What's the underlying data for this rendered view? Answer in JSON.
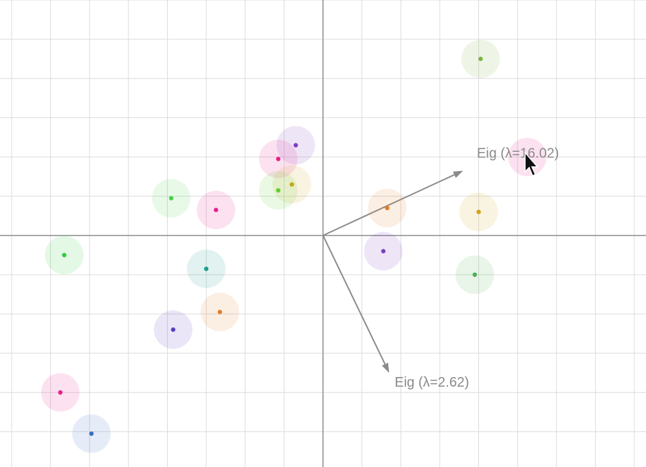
{
  "chart_data": {
    "type": "scatter",
    "title": "",
    "xlabel": "",
    "ylabel": "",
    "grid": true,
    "xlim": [
      -8.3,
      8.3
    ],
    "ylim": [
      -5.9,
      6.0
    ],
    "points": [
      {
        "x": 4.05,
        "y": 4.5,
        "color": "#7cb342"
      },
      {
        "x": 5.25,
        "y": 2.0,
        "color": "#e91e8c"
      },
      {
        "x": 4.0,
        "y": 0.6,
        "color": "#d4a017"
      },
      {
        "x": 3.9,
        "y": -1.0,
        "color": "#4caf50"
      },
      {
        "x": 1.65,
        "y": 0.7,
        "color": "#e07b2a"
      },
      {
        "x": 1.55,
        "y": -0.4,
        "color": "#7b3fc4"
      },
      {
        "x": -0.7,
        "y": 2.3,
        "color": "#7b3fc4"
      },
      {
        "x": -1.15,
        "y": 1.95,
        "color": "#e91e8c"
      },
      {
        "x": -0.8,
        "y": 1.3,
        "color": "#d4a017"
      },
      {
        "x": -1.15,
        "y": 1.15,
        "color": "#5bd02b"
      },
      {
        "x": -3.9,
        "y": 0.95,
        "color": "#4ad04a"
      },
      {
        "x": -2.75,
        "y": 0.65,
        "color": "#e91e8c"
      },
      {
        "x": -6.65,
        "y": -0.5,
        "color": "#2ecc40"
      },
      {
        "x": -3.0,
        "y": -0.85,
        "color": "#1a9e8a"
      },
      {
        "x": -2.65,
        "y": -1.95,
        "color": "#e07b2a"
      },
      {
        "x": -3.85,
        "y": -2.4,
        "color": "#5a3fc4"
      },
      {
        "x": -6.75,
        "y": -4.0,
        "color": "#e91e8c"
      },
      {
        "x": -5.95,
        "y": -5.05,
        "color": "#3a6ec4"
      }
    ],
    "vectors": [
      {
        "label": "Eig (λ=16.02)",
        "x": 3.6,
        "y": 1.65
      },
      {
        "label": "Eig (λ=2.62)",
        "x": 1.7,
        "y": -3.5
      }
    ]
  }
}
